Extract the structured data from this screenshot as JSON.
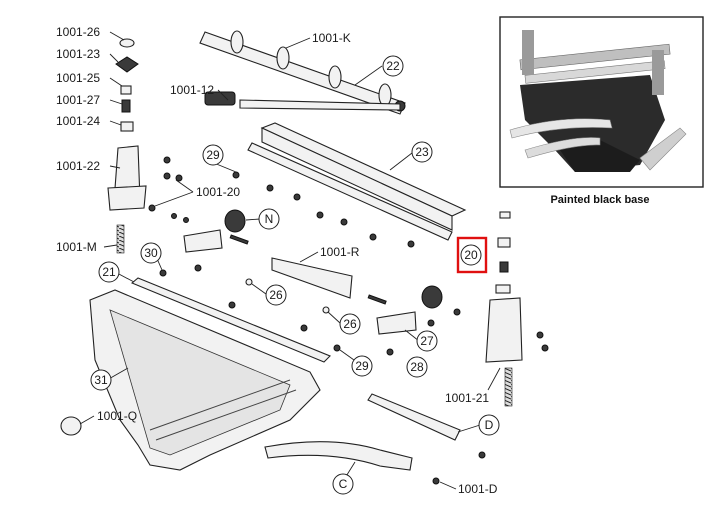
{
  "labels": {
    "l1001_26": "1001-26",
    "l1001_23": "1001-23",
    "l1001_25": "1001-25",
    "l1001_27": "1001-27",
    "l1001_24": "1001-24",
    "l1001_22": "1001-22",
    "l1001_M": "1001-M",
    "l1001_K": "1001-K",
    "l1001_12": "1001-12",
    "l1001_20": "1001-20",
    "l1001_R": "1001-R",
    "l1001_21": "1001-21",
    "l1001_Q": "1001-Q",
    "l1001_D": "1001-D"
  },
  "callouts": {
    "c22": "22",
    "c23": "23",
    "c29a": "29",
    "cN": "N",
    "c20": "20",
    "c30": "30",
    "c21": "21",
    "c26a": "26",
    "c26b": "26",
    "c27": "27",
    "c29b": "29",
    "c28": "28",
    "c31": "31",
    "cD": "D",
    "cC": "C"
  },
  "inset": {
    "caption": "Painted black base"
  },
  "highlight": {
    "color": "#e01010",
    "target": "20"
  }
}
